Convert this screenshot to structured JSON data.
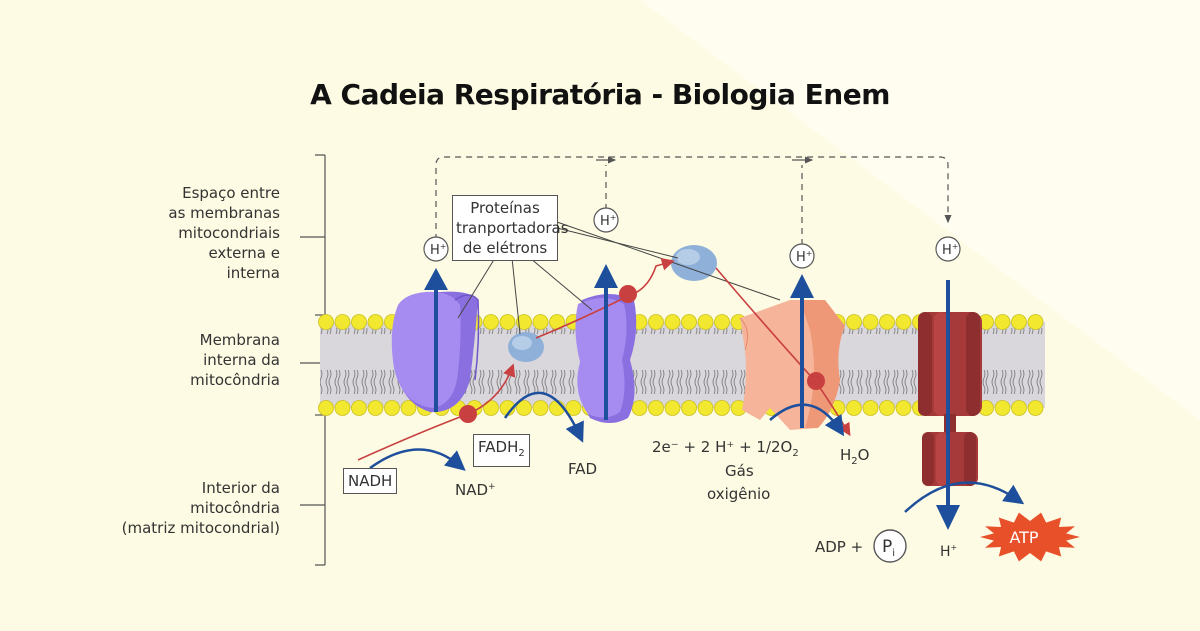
{
  "title": "A Cadeia Respiratória - Biologia Enem",
  "regions": {
    "intermembrane": [
      "Espaço entre",
      "as membranas",
      "mitocondriais",
      "externa e",
      "interna"
    ],
    "inner_membrane": [
      "Membrana",
      "interna da",
      "mitocôndria"
    ],
    "matrix": [
      "Interior da",
      "mitocôndria",
      "(matriz mitocondrial)"
    ]
  },
  "callout": [
    "Proteínas",
    "tranportadoras",
    "de elétrons"
  ],
  "labels": {
    "nadh": "NADH",
    "nad": "NAD",
    "nad_sup": "+",
    "fadh": "FADH",
    "fadh_sub": "2",
    "fad": "FAD",
    "reaction": "2e⁻ + 2 H⁺ + 1/2O",
    "reaction_sub": "2",
    "gas": "Gás",
    "oxygen": "oxigênio",
    "water": "H",
    "water_sub": "2",
    "water_o": "O",
    "adp": "ADP +",
    "pi": "P",
    "pi_sub": "i",
    "h_out": "H",
    "h_out_sup": "+",
    "atp": "ATP",
    "proton": "H",
    "proton_sup": "+"
  },
  "colors": {
    "background": "#fdfbe3",
    "membrane": "#d9d7dc",
    "lipid_head": "#f2e830",
    "complex_purple": "#a68cf0",
    "complex_orange": "#f6b59a",
    "atp_synthase": "#a63a3a",
    "arrow_blue": "#1e4f9c",
    "electron_red": "#c94040",
    "atp_burst": "#e8502a"
  }
}
